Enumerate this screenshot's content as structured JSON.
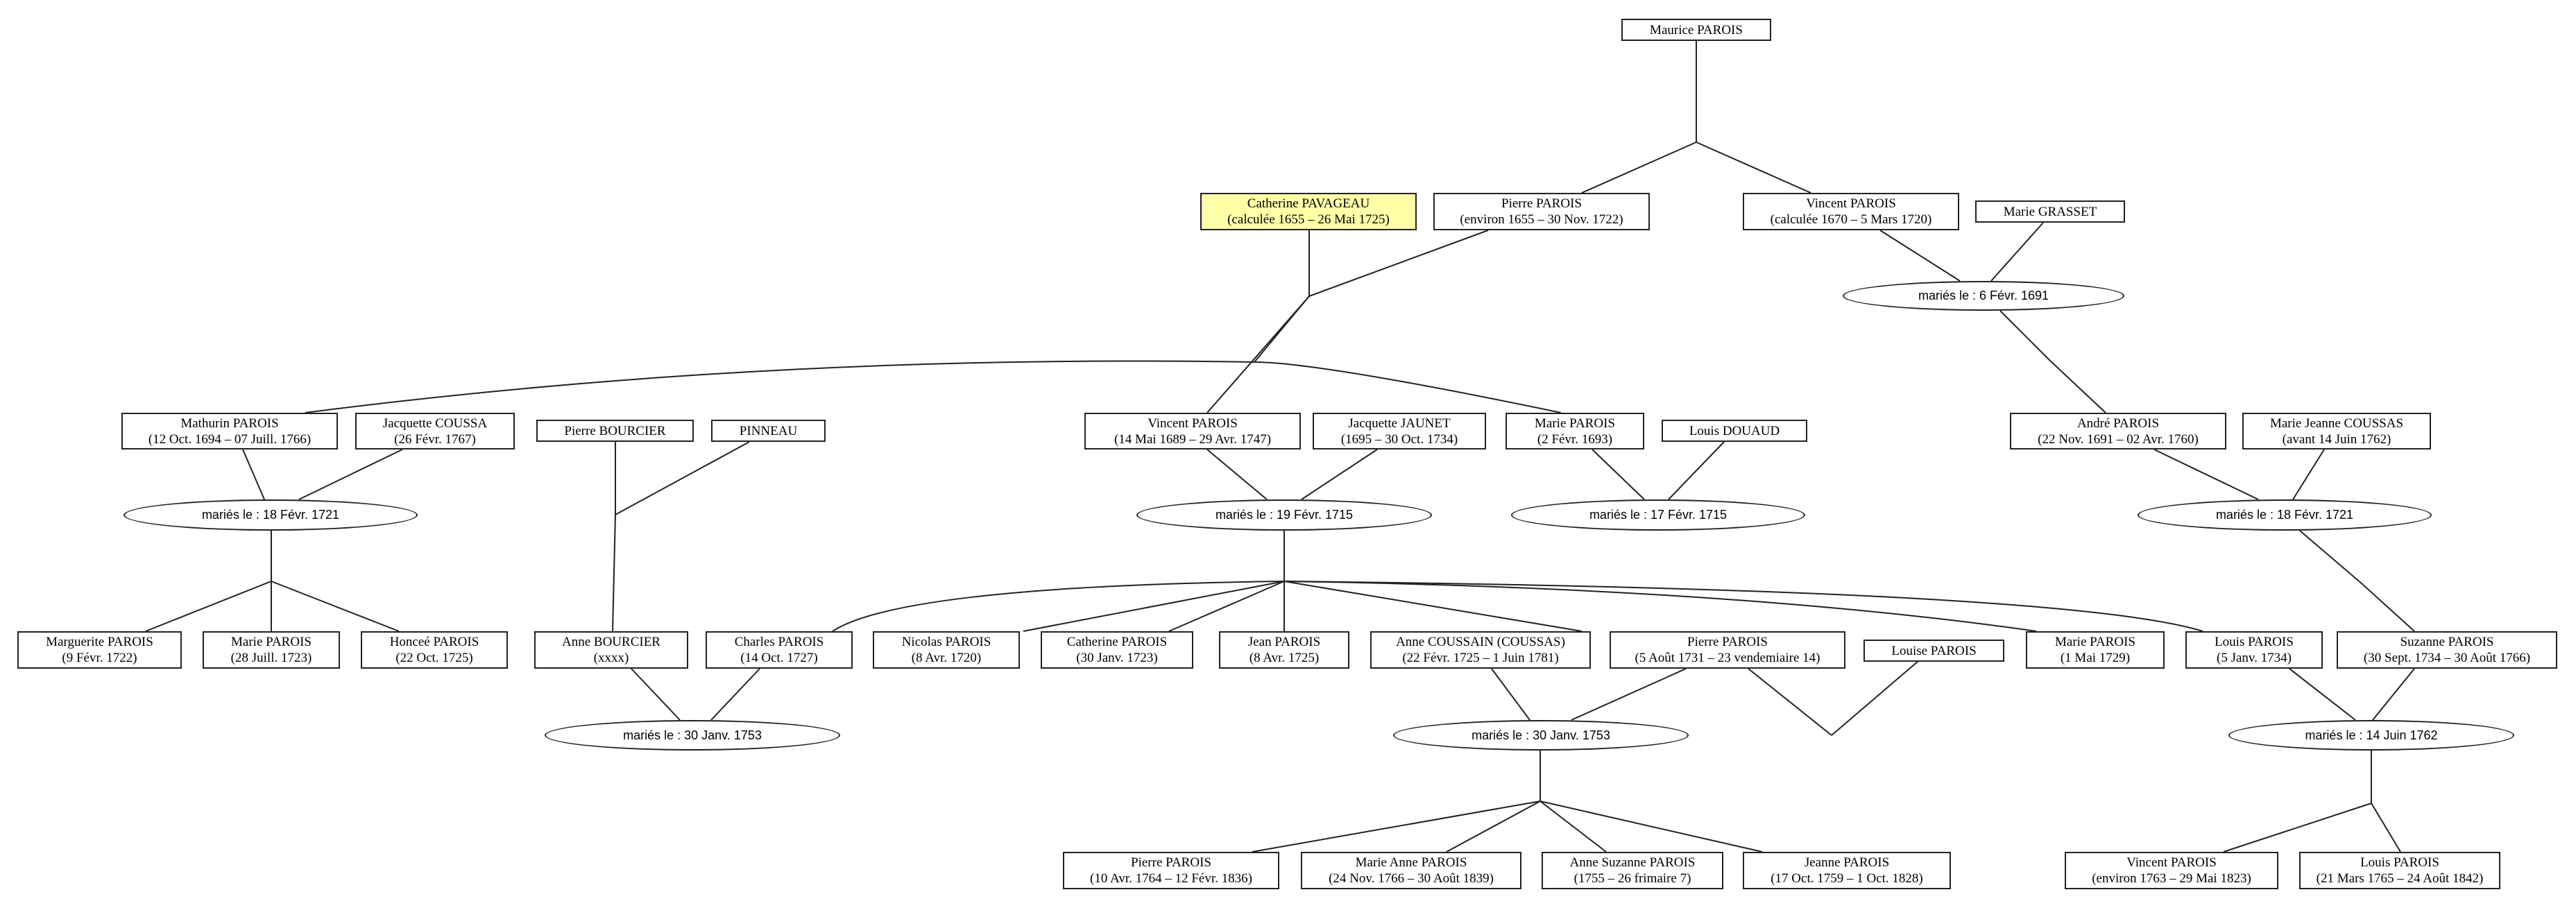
{
  "people": {
    "maurice": {
      "name": "Maurice PAROIS",
      "dates": ""
    },
    "catherine_pavageau": {
      "name": "Catherine PAVAGEAU",
      "dates": "(calculée 1655 – 26 Mai 1725)"
    },
    "pierre_1655": {
      "name": "Pierre PAROIS",
      "dates": "(environ 1655 – 30 Nov. 1722)"
    },
    "vincent_1670": {
      "name": "Vincent PAROIS",
      "dates": "(calculée 1670 – 5 Mars 1720)"
    },
    "marie_grasset": {
      "name": "Marie GRASSET",
      "dates": ""
    },
    "mathurin": {
      "name": "Mathurin PAROIS",
      "dates": "(12 Oct. 1694 – 07 Juill. 1766)"
    },
    "jacquette_coussa": {
      "name": "Jacquette COUSSA",
      "dates": "(26 Févr. 1767)"
    },
    "pierre_bourcier": {
      "name": "Pierre BOURCIER",
      "dates": ""
    },
    "pinneau": {
      "name": "PINNEAU",
      "dates": ""
    },
    "vincent_1689": {
      "name": "Vincent PAROIS",
      "dates": "(14 Mai 1689 – 29 Avr. 1747)"
    },
    "jacquette_jaunet": {
      "name": "Jacquette JAUNET",
      "dates": "(1695 – 30 Oct. 1734)"
    },
    "marie_1693": {
      "name": "Marie PAROIS",
      "dates": "(2 Févr. 1693)"
    },
    "louis_douaud": {
      "name": "Louis DOUAUD",
      "dates": ""
    },
    "andre": {
      "name": "André PAROIS",
      "dates": "(22 Nov. 1691 – 02 Avr. 1760)"
    },
    "marie_jeanne_coussas": {
      "name": "Marie Jeanne COUSSAS",
      "dates": "(avant 14 Juin 1762)"
    },
    "marguerite": {
      "name": "Marguerite PAROIS",
      "dates": "(9 Févr. 1722)"
    },
    "marie_1723": {
      "name": "Marie PAROIS",
      "dates": "(28 Juill. 1723)"
    },
    "honcee": {
      "name": "Honceé PAROIS",
      "dates": "(22 Oct. 1725)"
    },
    "anne_bourcier": {
      "name": "Anne BOURCIER",
      "dates": "(xxxx)"
    },
    "charles": {
      "name": "Charles PAROIS",
      "dates": "(14 Oct. 1727)"
    },
    "nicolas": {
      "name": "Nicolas PAROIS",
      "dates": "(8 Avr. 1720)"
    },
    "catherine_1723": {
      "name": "Catherine PAROIS",
      "dates": "(30 Janv. 1723)"
    },
    "jean": {
      "name": "Jean PAROIS",
      "dates": "(8 Avr. 1725)"
    },
    "anne_coussain": {
      "name": "Anne COUSSAIN (COUSSAS)",
      "dates": "(22 Févr. 1725 – 1 Juin 1781)"
    },
    "pierre_1731": {
      "name": "Pierre PAROIS",
      "dates": "(5 Août 1731 – 23 vendemiaire 14)"
    },
    "louise": {
      "name": "Louise PAROIS",
      "dates": ""
    },
    "marie_1729": {
      "name": "Marie PAROIS",
      "dates": "(1 Mai 1729)"
    },
    "louis_1734": {
      "name": "Louis PAROIS",
      "dates": "(5 Janv. 1734)"
    },
    "suzanne": {
      "name": "Suzanne PAROIS",
      "dates": "(30 Sept. 1734 – 30 Août 1766)"
    },
    "pierre_1764": {
      "name": "Pierre PAROIS",
      "dates": "(10 Avr. 1764 – 12 Févr. 1836)"
    },
    "marie_anne": {
      "name": "Marie Anne PAROIS",
      "dates": "(24 Nov. 1766 – 30 Août 1839)"
    },
    "anne_suzanne": {
      "name": "Anne Suzanne PAROIS",
      "dates": "(1755 – 26 frimaire 7)"
    },
    "jeanne": {
      "name": "Jeanne PAROIS",
      "dates": "(17 Oct. 1759 – 1 Oct. 1828)"
    },
    "vincent_1763": {
      "name": "Vincent PAROIS",
      "dates": "(environ 1763 – 29 Mai 1823)"
    },
    "louis_1765": {
      "name": "Louis PAROIS",
      "dates": "(21 Mars 1765 – 24 Août 1842)"
    }
  },
  "marriages": {
    "m_1691": "mariés le : 6 Févr. 1691",
    "m_mathurin": "mariés le : 18 Févr. 1721",
    "m_vincent": "mariés le : 19 Févr. 1715",
    "m_marie": "mariés le : 17 Févr. 1715",
    "m_andre": "mariés le : 18 Févr. 1721",
    "m_charles": "mariés le : 30 Janv. 1753",
    "m_pierre": "mariés le : 30 Janv. 1753",
    "m_louis": "mariés le : 14 Juin 1762"
  },
  "highlight_color": "#ffffa8"
}
